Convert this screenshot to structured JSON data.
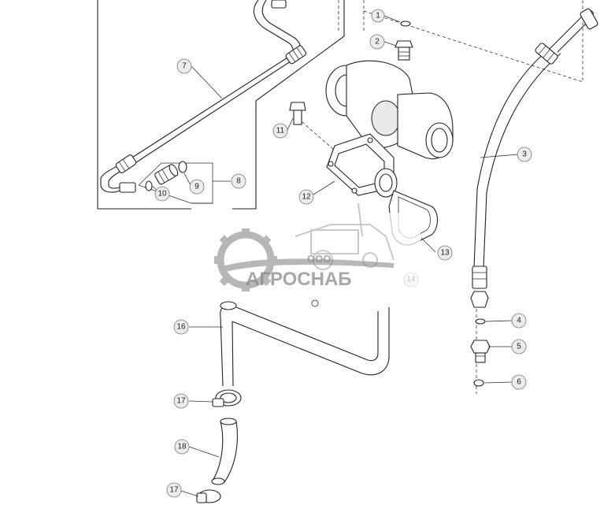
{
  "watermark": {
    "prefix": "ООО",
    "name": "АГРОСНАБ"
  },
  "callouts": {
    "c1": "1",
    "c2": "2",
    "c3": "3",
    "c4": "4",
    "c5": "5",
    "c6": "6",
    "c7": "7",
    "c8": "8",
    "c9": "9",
    "c10": "10",
    "c11": "11",
    "c12": "12",
    "c13": "13",
    "c14": "14",
    "c16": "16",
    "c17a": "17",
    "c17b": "17",
    "c18": "18"
  }
}
